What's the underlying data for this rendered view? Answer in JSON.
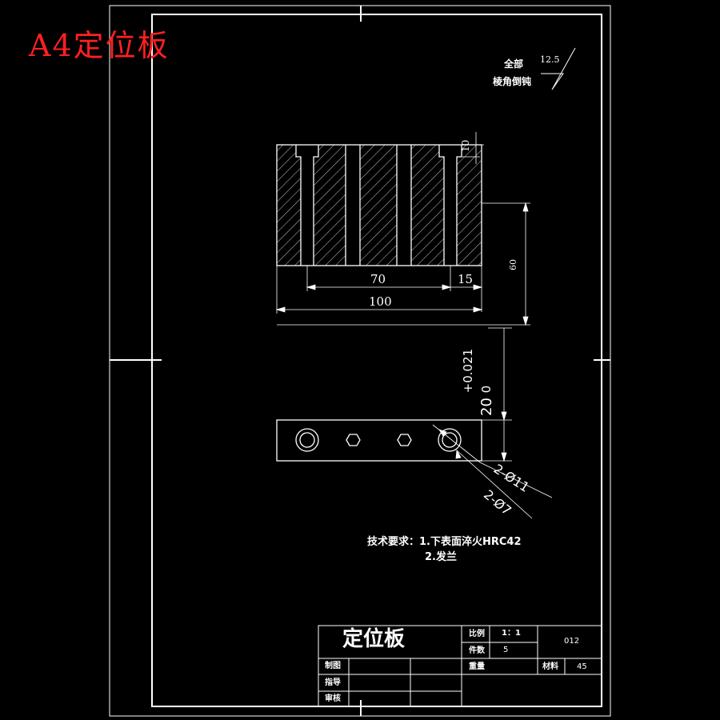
{
  "sheet": {
    "corner_title": "A4定位板",
    "roughness_note_line1": "全部",
    "roughness_note_line2": "棱角倒钝",
    "roughness_value": "12.5"
  },
  "dimensions": {
    "top_10": "10",
    "width_70": "70",
    "width_15": "15",
    "width_100": "100",
    "height_60": "60",
    "tol_main": "20",
    "tol_upper": "+0.021",
    "tol_lower": "0",
    "hole_11": "2-Ø11",
    "hole_7": "2-Ø7"
  },
  "tech_requirements": {
    "heading": "技术要求：",
    "item1": "1.下表面淬火HRC42",
    "item2": "2.发兰"
  },
  "title_block": {
    "part_name": "定位板",
    "scale_label": "比例",
    "scale_value": "1：1",
    "qty_label": "件数",
    "qty_value": "5",
    "drawing_no": "012",
    "weight_label": "重量",
    "material_label": "材料",
    "material_value": "45",
    "drawn_label": "制图",
    "guide_label": "指导",
    "review_label": "审核"
  }
}
